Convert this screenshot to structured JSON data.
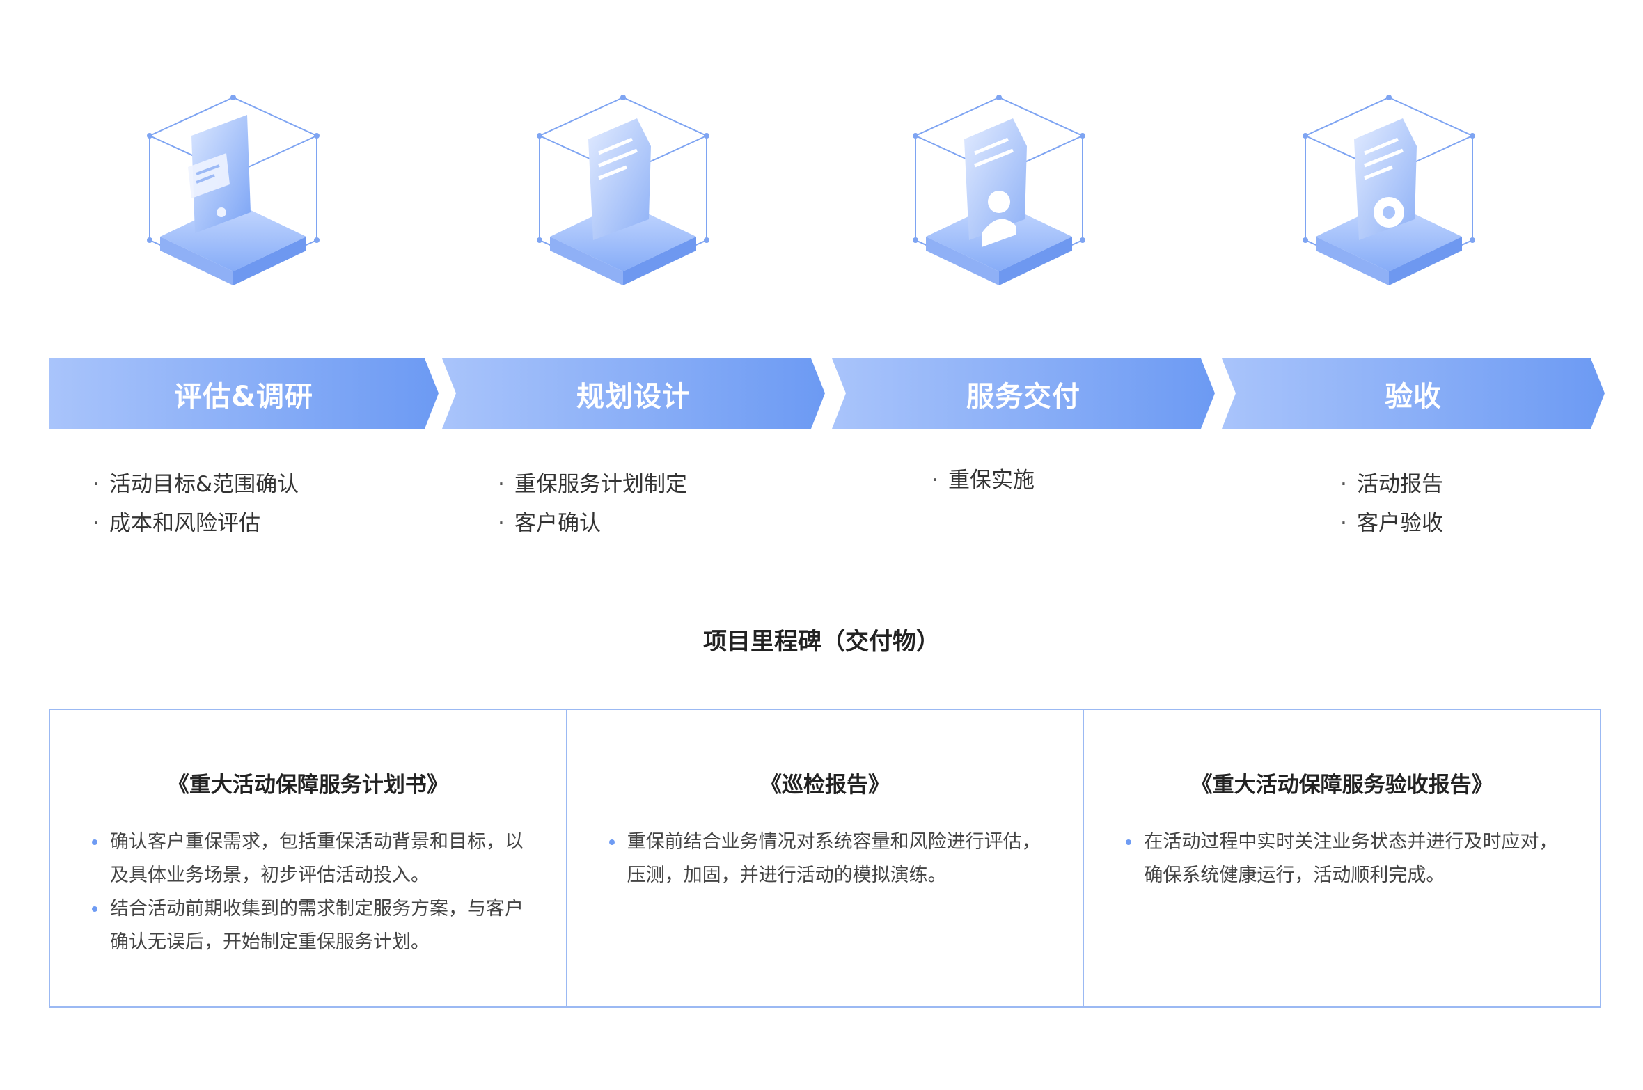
{
  "stages": [
    {
      "label": "评估&调研",
      "icon": "monitor-chat-icon",
      "items": [
        "活动目标&范围确认",
        "成本和风险评估"
      ]
    },
    {
      "label": "规划设计",
      "icon": "document-icon",
      "items": [
        "重保服务计划制定",
        "客户确认"
      ]
    },
    {
      "label": "服务交付",
      "icon": "document-person-icon",
      "items": [
        "重保实施"
      ]
    },
    {
      "label": "验收",
      "icon": "document-badge-icon",
      "items": [
        "活动报告",
        "客户验收"
      ]
    }
  ],
  "bullet_symbol": "·",
  "milestones": {
    "title": "项目里程碑（交付物）",
    "cards": [
      {
        "title": "《重大活动保障服务计划书》",
        "items": [
          "确认客户重保需求，包括重保活动背景和目标，以及具体业务场景，初步评估活动投入。",
          "结合活动前期收集到的需求制定服务方案，与客户确认无误后，开始制定重保服务计划。"
        ]
      },
      {
        "title": "《巡检报告》",
        "items": [
          "重保前结合业务情况对系统容量和风险进行评估，压测，加固，并进行活动的模拟演练。"
        ]
      },
      {
        "title": "《重大活动保障服务验收报告》",
        "items": [
          "在活动过程中实时关注业务状态并进行及时应对，确保系统健康运行，活动顺利完成。"
        ]
      }
    ]
  },
  "colors": {
    "arrow_start": "#a9c4fb",
    "arrow_end": "#6c9af3",
    "cube_line": "#7ea4f2",
    "card_border": "#9bb9f3",
    "bullet_dot": "#6e9bf3"
  }
}
